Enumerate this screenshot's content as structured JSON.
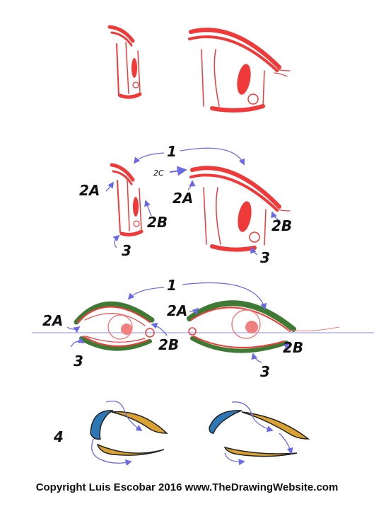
{
  "labels": {
    "one": "1",
    "two_a": "2A",
    "two_b": "2B",
    "two_c": "2C",
    "three": "3",
    "four": "4"
  },
  "copyright": "Copyright Luis Escobar 2016 www.TheDrawingWebsite.com",
  "colors": {
    "sketch_red": "#f03a3a",
    "arrow_blue": "#6a6ae6",
    "lash_green": "#3f7a34",
    "iris_pink": "#f08080",
    "lid_blue": "#2d78b4",
    "lid_gold": "#d9a233",
    "guide_line": "#8a8aff"
  }
}
